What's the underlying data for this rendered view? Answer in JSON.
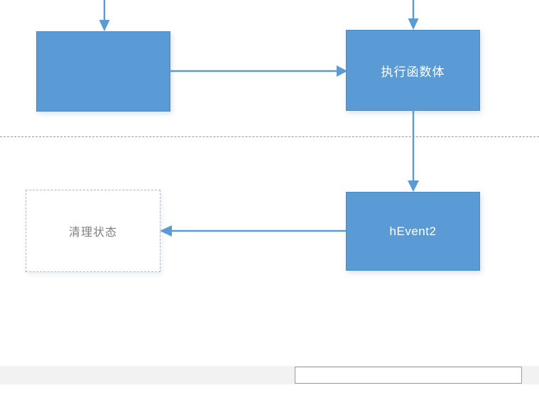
{
  "diagram": {
    "type": "flowchart",
    "accent_color": "#5B9BD5",
    "node_border_color": "#4A8AC4",
    "node_text_color": "#FFFFFF",
    "ghost_border_color": "#B7B7B7",
    "ghost_text_color": "#808080",
    "divider_color": "#9A9A9A",
    "nodes": [
      {
        "id": "unnamed",
        "label": "",
        "style": "filled"
      },
      {
        "id": "exec",
        "label": "执行函数体",
        "style": "filled"
      },
      {
        "id": "hevent2",
        "label": "hEvent2",
        "style": "filled"
      },
      {
        "id": "cleanup",
        "label": "清理状态",
        "style": "dashed"
      }
    ],
    "connectors": [
      {
        "id": "top-into-unnamed",
        "direction": "down",
        "from": "",
        "to": "unnamed"
      },
      {
        "id": "top-into-exec",
        "direction": "down",
        "from": "",
        "to": "exec"
      },
      {
        "id": "unnamed-to-exec",
        "direction": "right",
        "from": "unnamed",
        "to": "exec"
      },
      {
        "id": "exec-to-hevent2",
        "direction": "down",
        "from": "exec",
        "to": "hevent2"
      },
      {
        "id": "hevent2-to-cleanup",
        "direction": "left",
        "from": "hevent2",
        "to": "cleanup"
      }
    ],
    "divider": {
      "id": "phase-divider",
      "style": "dashed-horizontal"
    }
  },
  "status_bar": {
    "field_value": "",
    "field_placeholder": ""
  }
}
